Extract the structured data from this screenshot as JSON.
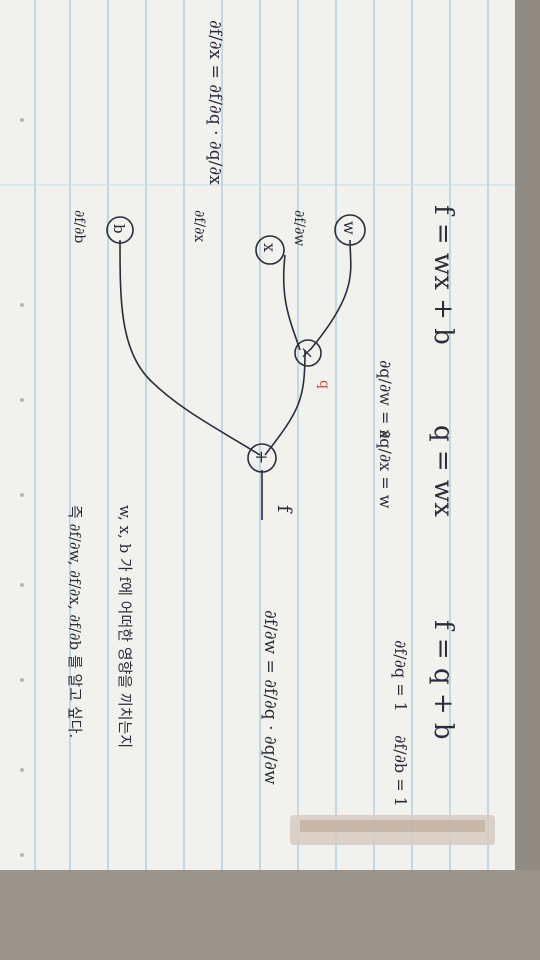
{
  "photo": {
    "paper_color": "#f1f1ee",
    "rule_color": "#9fc6de",
    "ink_color": "#2b2d3a",
    "red_ink_color": "#d4483a",
    "background_color": "#a9a49c"
  },
  "equations": {
    "f_def": "f = wx + b",
    "q_def": "q = wx",
    "f_q": "f = q + b",
    "dq_dw": "∂q/∂w = x",
    "dq_dx": "∂q/∂x = w",
    "df_dq": "∂f/∂q = 1",
    "df_db": "∂f/∂b = 1",
    "chain_w": "∂f/∂w = ∂f/∂q · ∂q/∂w",
    "chain_x": "∂f/∂x = ∂f/∂q · ∂q/∂x"
  },
  "graph": {
    "node_w": "w",
    "node_x": "x",
    "node_b": "b",
    "node_mul": "×",
    "node_add": "+",
    "output": "f",
    "red_mark": "q",
    "grad_w": "∂f/∂w",
    "grad_x": "∂f/∂x",
    "grad_b": "∂f/∂b"
  },
  "notes": {
    "line1": "w, x, b 가 f에 어떠한 영향을 끼치는지",
    "line2": "즉 ∂f/∂w, ∂f/∂x, ∂f/∂b 를 알고 싶다."
  }
}
